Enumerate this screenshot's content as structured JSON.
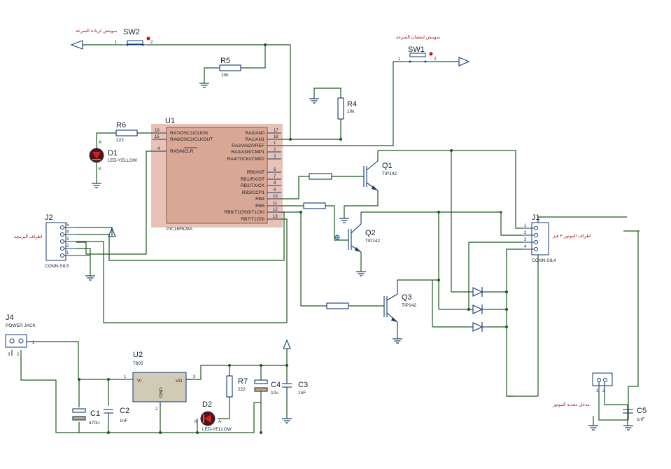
{
  "colors": {
    "wire": "#1c5a1c",
    "component": "#123a70",
    "ic_fill": "#d9a796",
    "ic_border": "#e8c2b6",
    "arabic_text": "#a01010",
    "pin_dot": "#cc1010"
  },
  "u1": {
    "ref": "U1",
    "part": "PIC16F628A",
    "left_pins": [
      {
        "num": "16",
        "label": "RA7/OSC1/CLKIN"
      },
      {
        "num": "15",
        "label": "RA6/OSC2/CLKOUT"
      },
      {
        "num": "4",
        "label": "RA5/MCLR"
      }
    ],
    "right_pins": [
      {
        "num": "17",
        "label": "RA0/AN0"
      },
      {
        "num": "18",
        "label": "RA1/AN1"
      },
      {
        "num": "1",
        "label": "RA2/AN2/VREF"
      },
      {
        "num": "2",
        "label": "RA3/AN3/CMP1"
      },
      {
        "num": "3",
        "label": "RA4/T0CKI/CMP2"
      },
      {
        "num": "6",
        "label": "RB0/INT"
      },
      {
        "num": "7",
        "label": "RB1/RX/DT"
      },
      {
        "num": "8",
        "label": "RB2/TX/CK"
      },
      {
        "num": "9",
        "label": "RB3/CCP1"
      },
      {
        "num": "10",
        "label": "RB4"
      },
      {
        "num": "11",
        "label": "RB5"
      },
      {
        "num": "12",
        "label": "RB6/T1OSO/T1CKI"
      },
      {
        "num": "13",
        "label": "RB7/T1OSI"
      }
    ]
  },
  "sw1": {
    "ref": "SW1",
    "pin1": "1",
    "pin2": "2",
    "arabic": "سويتش لنقصان السرعة"
  },
  "sw2": {
    "ref": "SW2",
    "pin1": "1",
    "pin2": "2",
    "arabic": "سويتش لزيادة السرعة"
  },
  "r4": {
    "ref": "R4",
    "value": "10k"
  },
  "r5": {
    "ref": "R5",
    "value": "10k"
  },
  "r6": {
    "ref": "R6",
    "value": "222"
  },
  "r7": {
    "ref": "R7",
    "value": "222"
  },
  "d1": {
    "ref": "D1",
    "value": "LED-YELLOW",
    "anode": "A",
    "cathode": "K"
  },
  "d2": {
    "ref": "D2",
    "value": "LED-YELLOW",
    "anode": "A",
    "cathode": "K"
  },
  "q1": {
    "ref": "Q1",
    "value": "TIP142"
  },
  "q2": {
    "ref": "Q2",
    "value": "TIP142"
  },
  "q3": {
    "ref": "Q3",
    "value": "TIP142"
  },
  "j1": {
    "ref": "J1",
    "value": "CONN-SIL4",
    "pins": [
      "1",
      "2",
      "3",
      "4"
    ],
    "arabic": "اطراف الموتور ٣ فيز"
  },
  "j2": {
    "ref": "J2",
    "value": "CONN-SIL5",
    "pins": [
      "5",
      "4",
      "3",
      "2",
      "1"
    ],
    "arabic": "اطراف البرمجة"
  },
  "j4": {
    "ref": "J4",
    "value": "POWER JACK",
    "pins": [
      "1",
      "2",
      "3"
    ]
  },
  "u2": {
    "ref": "U2",
    "value": "7805",
    "vi": "VI",
    "vo": "VO",
    "gnd": "GND",
    "pin1": "1",
    "pin2": "2",
    "pin3": "3"
  },
  "c1": {
    "ref": "C1",
    "value": "470U"
  },
  "c2": {
    "ref": "C2",
    "value": "1nF"
  },
  "c3": {
    "ref": "C3",
    "value": "1nF"
  },
  "c4": {
    "ref": "C4",
    "value": "10u"
  },
  "c5": {
    "ref": "C5",
    "value": "1nF"
  },
  "motor_input": {
    "pins": [
      "1",
      "2"
    ],
    "arabic": "مدخل مغذية الموتور"
  }
}
